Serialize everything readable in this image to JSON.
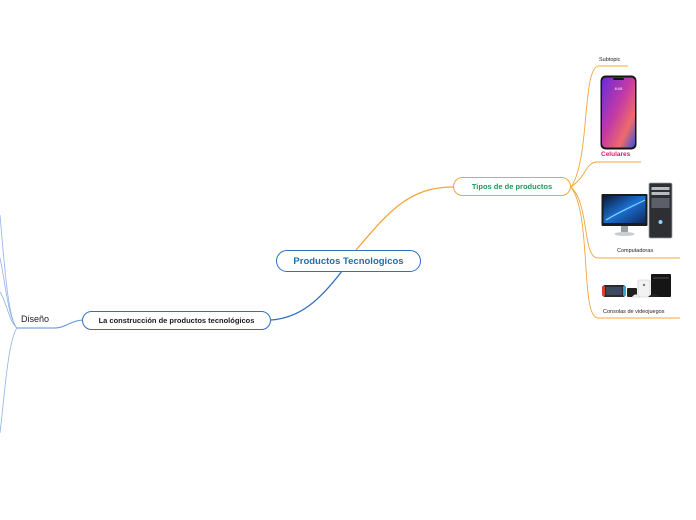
{
  "central": {
    "label": "Productos Tecnologicos"
  },
  "branches": {
    "construction": {
      "label": "La construcción de productos tecnológicos"
    },
    "design": {
      "label": "Diseño"
    },
    "types": {
      "label": "Tipos de de productos"
    }
  },
  "subtopics": {
    "placeholder": "Subtopic",
    "phones": "Celulares",
    "computers": "Computadoras",
    "consoles": "Consolas de videojuegos"
  },
  "colors": {
    "blue_branch": "#2f6fbf",
    "orange_branch": "#f3a43c",
    "types_text": "#1a9c5a",
    "phones_text": "#d0206a",
    "central_text": "#1f6fa8"
  }
}
